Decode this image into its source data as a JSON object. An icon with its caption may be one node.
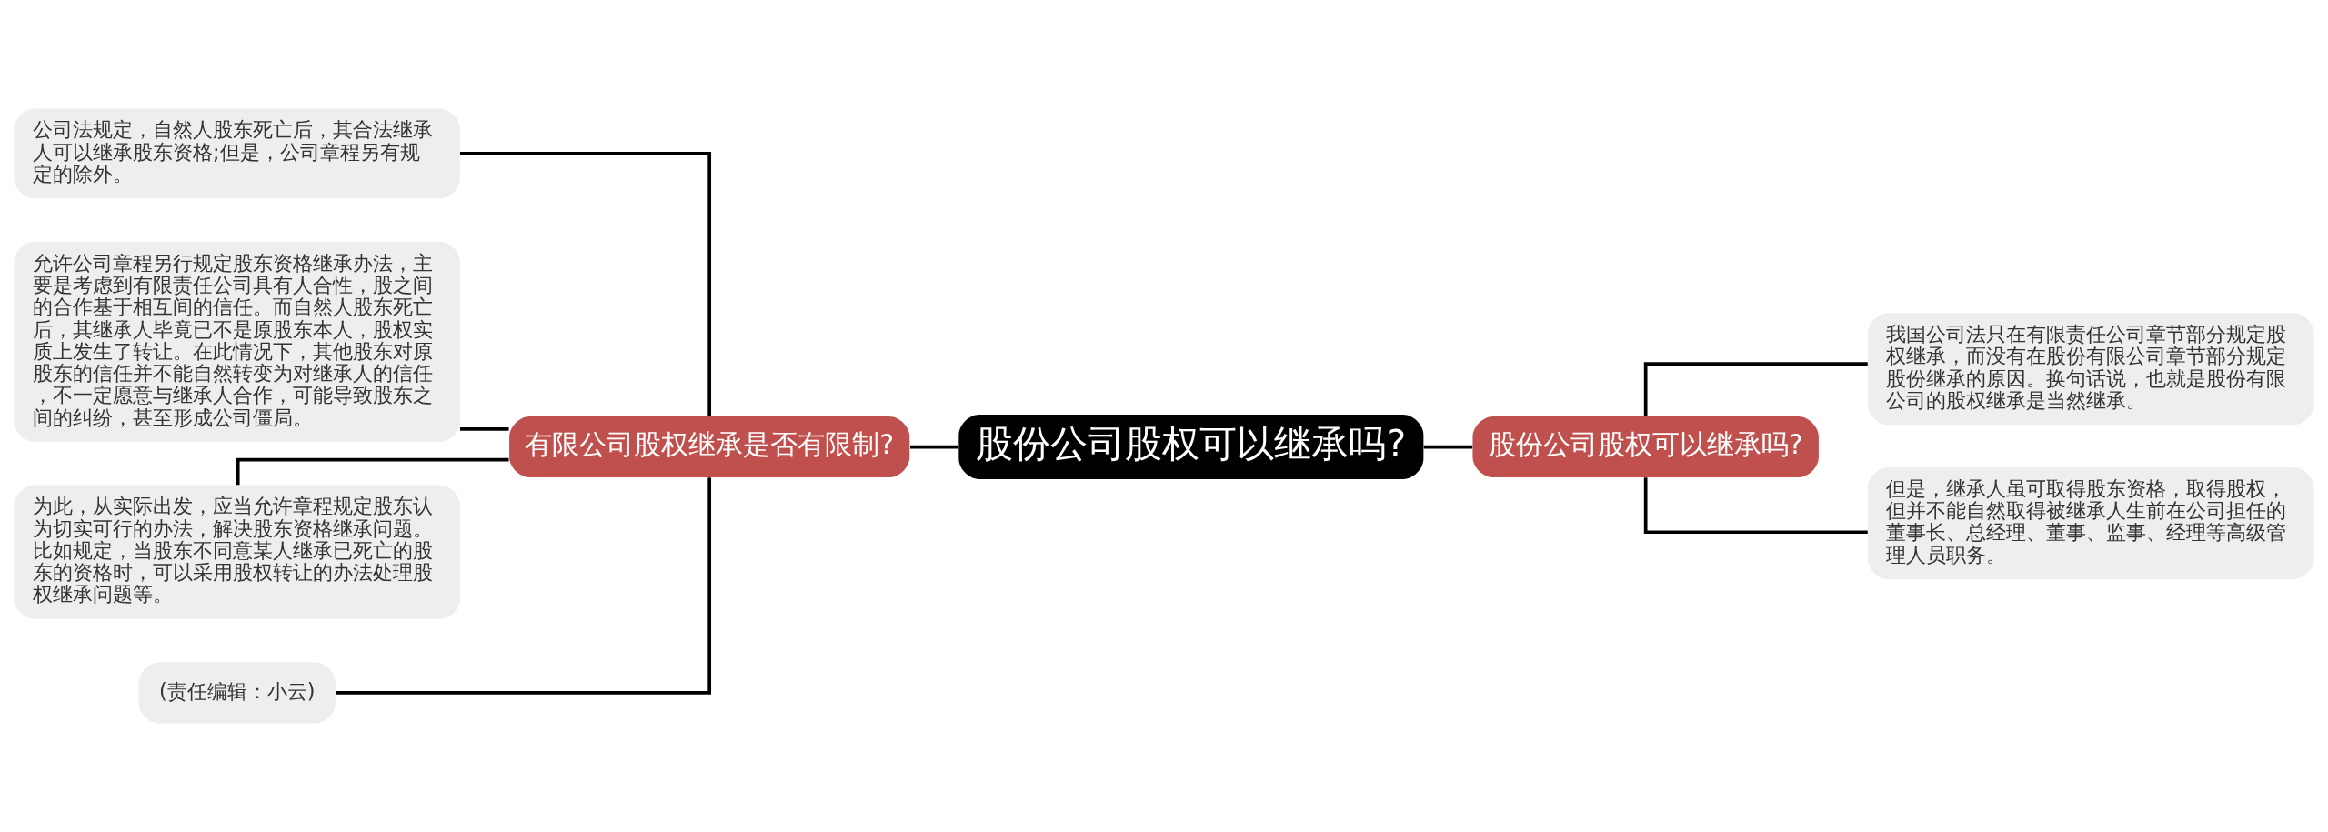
{
  "diagram": {
    "nodes": [
      {
        "text": [
          "股份公司股权可以继承吗?"
        ]
      },
      {
        "text": [
          "有限公司股权继承是否有限制?"
        ]
      },
      {
        "text": [
          "公司法规定，自然人股东死亡后，其合法继承人可以继承股东资格;但是，公司章程另有规定的除外。"
        ]
      },
      {
        "text": [
          "允许公司章程另行规定股东资格继承办法，主要是考虑到有限责任公司具有人合性，股之间的合作基于相互间的信任。而自然人股东死亡后，其继承人毕竟已不是原股东本人，股权实质上发生了转让。在此情况下，其他股东对原股东的信任并不能自然转变为对继承人的信任，不一定愿意与继承人合作，可能导致股东之间的纠纷，甚至形成公司僵局。"
        ]
      },
      {
        "text": [
          "为此，从实际出发，应当允许章程规定股东认为切实可行的办法，解决股东资格继承问题。比如规定，当股东不同意某人继承已死亡的股东的资格时，可以采用股权转让的办法处理股权继承问题等。"
        ]
      },
      {
        "text": [
          "(责任编辑：小云)"
        ]
      },
      {
        "text": [
          "股份公司股权可以继承吗?"
        ]
      },
      {
        "text": [
          "我国公司法只在有限责任公司章节部分规定股权继承，而没有在股份有限公司章节部分规定股份继承的原因。换句话说，也就是股份有限公司的股权继承是当然继承。"
        ]
      },
      {
        "text": [
          "但是，继承人虽可取得股东资格，取得股权，但并不能自然取得被继承人生前在公司担任的董事长、总经理、董事、监事、经理等高级管理人员职务。"
        ]
      }
    ],
    "edges": [
      {
        "from": 0,
        "to": 1,
        "arrow": "none"
      },
      {
        "from": 1,
        "to": 2,
        "arrow": "none"
      },
      {
        "from": 1,
        "to": 3,
        "arrow": "none"
      },
      {
        "from": 1,
        "to": 4,
        "arrow": "none"
      },
      {
        "from": 1,
        "to": 5,
        "arrow": "none"
      },
      {
        "from": 0,
        "to": 6,
        "arrow": "none"
      },
      {
        "from": 6,
        "to": 7,
        "arrow": "none"
      },
      {
        "from": 6,
        "to": 8,
        "arrow": "none"
      }
    ]
  }
}
